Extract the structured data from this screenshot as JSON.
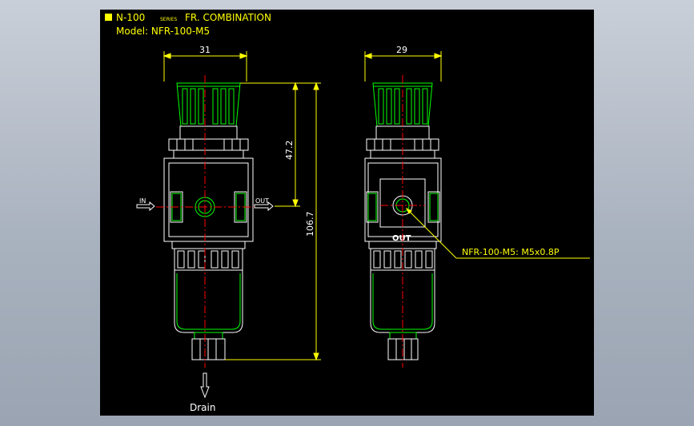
{
  "title": {
    "series_number": "N-100",
    "series_word": "SERIES",
    "name": "FR. COMBINATION",
    "model": "Model: NFR-100-M5"
  },
  "dimensions": {
    "front_width": "31",
    "side_width": "29",
    "bowl_to_top": "47.2",
    "overall_height": "106.7"
  },
  "labels": {
    "in": "IN",
    "out": "OUT",
    "out_body": "OUT",
    "drain": "Drain",
    "port_callout": "NFR-100-M5: M5x0.8P"
  },
  "colors": {
    "background": "#000000",
    "outline": "#ffffff",
    "knob": "#00ff00",
    "dimension": "#ffff00",
    "centerline": "#ff0000",
    "title_square": "#ffff00"
  }
}
